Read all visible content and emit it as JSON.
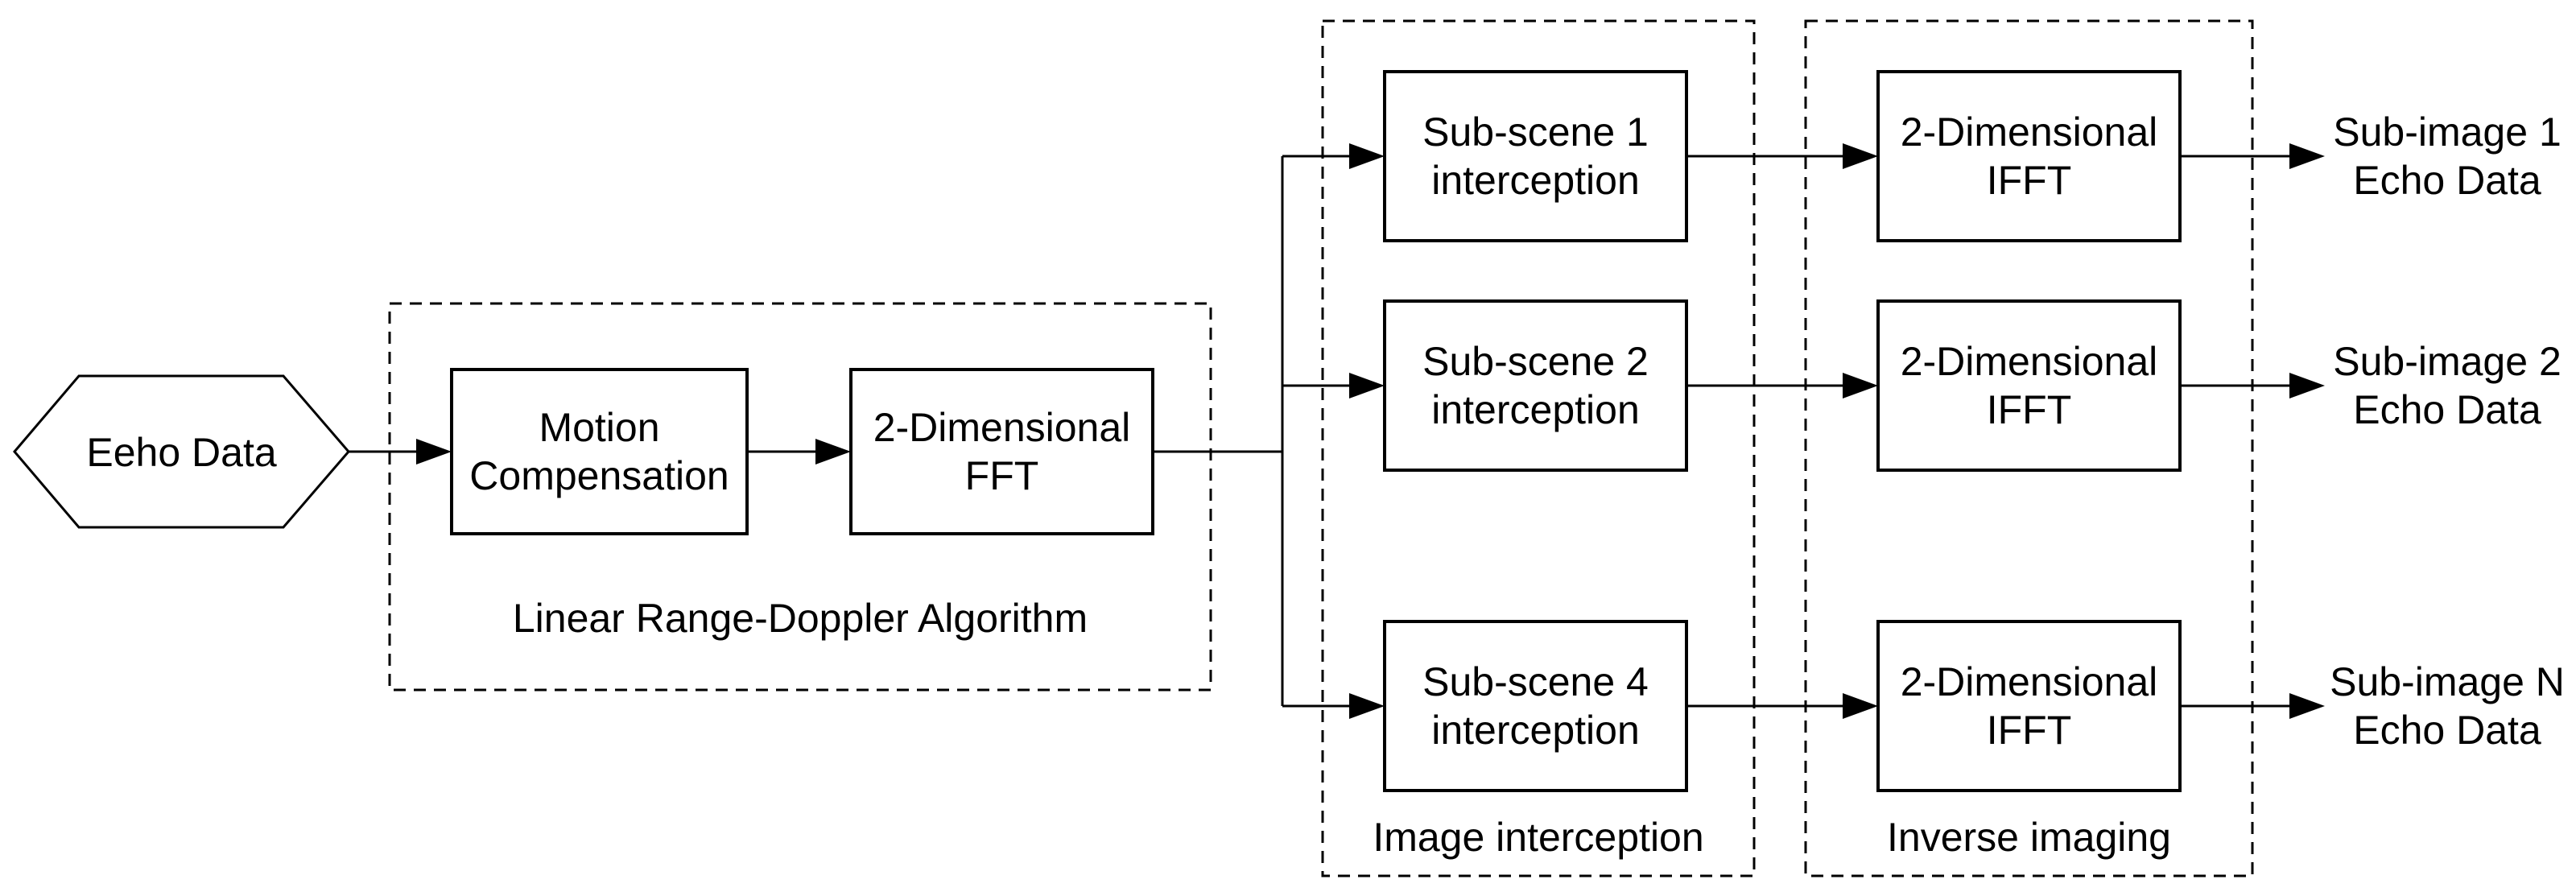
{
  "diagram": {
    "background": "#ffffff",
    "stroke_color": "#000000",
    "input": {
      "label": "Eeho Data"
    },
    "rda": {
      "label": "Linear Range-Doppler Algorithm",
      "motion": {
        "line1": "Motion",
        "line2": "Compensation"
      },
      "fft": {
        "line1": "2-Dimensional",
        "line2": "FFT"
      }
    },
    "interception": {
      "label": "Image interception",
      "boxes": [
        {
          "line1": "Sub-scene 1",
          "line2": "interception"
        },
        {
          "line1": "Sub-scene 2",
          "line2": "interception"
        },
        {
          "line1": "Sub-scene 4",
          "line2": "interception"
        }
      ]
    },
    "inverse": {
      "label": "Inverse imaging",
      "boxes": [
        {
          "line1": "2-Dimensional",
          "line2": "IFFT"
        },
        {
          "line1": "2-Dimensional",
          "line2": "IFFT"
        },
        {
          "line1": "2-Dimensional",
          "line2": "IFFT"
        }
      ]
    },
    "outputs": [
      {
        "line1": "Sub-image 1",
        "line2": "Echo Data"
      },
      {
        "line1": "Sub-image 2",
        "line2": "Echo Data"
      },
      {
        "line1": "Sub-image N",
        "line2": "Echo Data"
      }
    ]
  }
}
